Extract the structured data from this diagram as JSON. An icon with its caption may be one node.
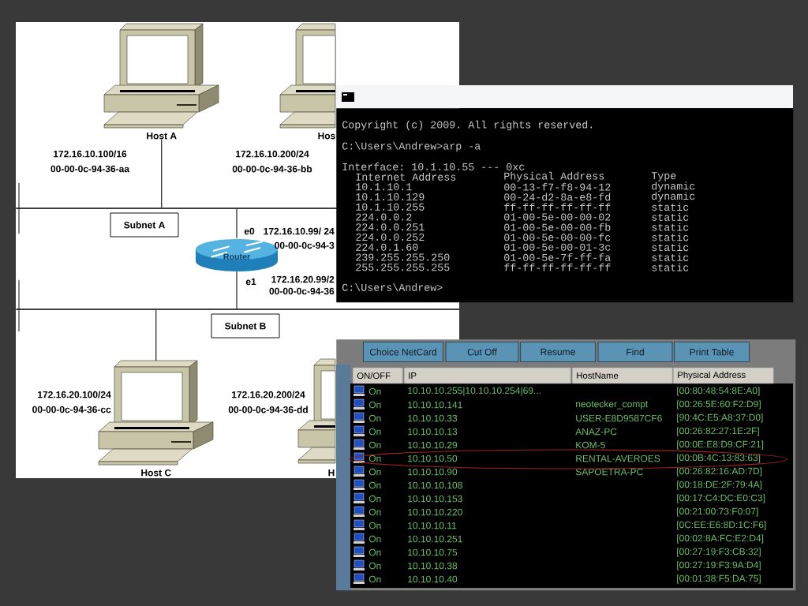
{
  "diagram": {
    "nodes": [
      {
        "text": [
          "Host A"
        ],
        "beside": [
          "172.16.10.100/16",
          "00-00-0c-94-36-aa"
        ]
      },
      {
        "text": [
          "Hos"
        ],
        "beside": [
          "172.16.10.200/24",
          "00-00-0c-94-36-bb"
        ]
      },
      {
        "text": [
          "Subnet A"
        ]
      },
      {
        "text": [
          "Router"
        ],
        "beside": [
          "e0",
          "172.16.10.99/ 24",
          "00-00-0c-94-3",
          "e1",
          "172.16.20.99/2",
          "00-00-0c-94-36"
        ]
      },
      {
        "text": [
          "Subnet B"
        ]
      },
      {
        "text": [
          "Host C"
        ],
        "beside": [
          "172.16.20.100/24",
          "00-00-0c-94-36-cc"
        ]
      },
      {
        "text": [
          "H"
        ],
        "beside": [
          "172.16.20.200/24",
          "00-00-0c-94-36-dd"
        ]
      },
      {
        "text": [],
        "shape": "bar"
      },
      {
        "text": [],
        "shape": "bar"
      },
      {
        "text": [
          "Copyright (c) 2009. All rights reserved.",
          "C:\\Users\\Andrew>arp -a",
          "Interface: 10.1.10.55 --- 0xc",
          "Internet Address",
          "Physical Address",
          "Type",
          "10.1.10.1",
          "00-13-f7-f8-94-12",
          "dynamic",
          "10.1.10.129",
          "00-24-d2-8a-e8-fd",
          "dynamic",
          "10.1.10.255",
          "ff-ff-ff-ff-ff-ff",
          "static",
          "224.0.0.2",
          "01-00-5e-00-00-02",
          "static",
          "224.0.0.251",
          "01-00-5e-00-00-fb",
          "static",
          "224.0.0.252",
          "01-00-5e-00-00-fc",
          "static",
          "224.0.1.60",
          "01-00-5e-00-01-3c",
          "static",
          "239.255.255.250",
          "01-00-5e-7f-ff-fa",
          "static",
          "255.255.255.255",
          "ff-ff-ff-ff-ff-ff",
          "static",
          "C:\\Users\\Andrew>"
        ]
      },
      {
        "text": [
          "ON/OFF",
          "IP",
          "HostName",
          "Physical Address"
        ]
      },
      {
        "text": [
          "Choice NetCard"
        ],
        "in": 10
      },
      {
        "text": [
          "Cut Off"
        ],
        "in": 10
      },
      {
        "text": [
          "Resume"
        ],
        "in": 10
      },
      {
        "text": [
          "Find"
        ],
        "in": 10
      },
      {
        "text": [
          "Print Table"
        ],
        "in": 10
      }
    ],
    "edges": [
      {
        "from": 0,
        "to": 7,
        "arrow": "none"
      },
      {
        "from": 3,
        "to": 7,
        "arrow": "none"
      },
      {
        "from": 3,
        "to": 8,
        "arrow": "none"
      },
      {
        "from": 8,
        "to": 5,
        "arrow": "none"
      }
    ],
    "labels": [
      "On",
      "10.10.10.255|10.10.10.254|69...",
      "[00:80:48:54:8E:A0]",
      "On",
      "10.10.10.141",
      "neotecker_compt",
      "[00:26:5E:60:F2:D9]",
      "On",
      "10.10.10.33",
      "USER-E8D9587CF6",
      "[90:4C:E5:A8:37:D0]",
      "On",
      "10.10.10.13",
      "ANAZ-PC",
      "[00:26:82:27:1E:2F]",
      "On",
      "10.10.10.29",
      "KOM-5",
      "[00:0E:E8:D9:CF:21]",
      "On",
      "10.10.10.50",
      "RENTAL-AVEROES",
      "[00:0B:4C:13:83:63]",
      "On",
      "10.10.10.90",
      "SAPOETRA-PC",
      "[00:26:82:16:AD:7D]",
      "On",
      "10.10.10.108",
      "[00:18:DE:2F:79:4A]",
      "On",
      "10.10.10.153",
      "[00:17:C4:DC:E0:C3]",
      "On",
      "10.10.10.220",
      "[00:21:00:73:F0:07]",
      "On",
      "10.10.10.11",
      "[0C:EE:E6:8D:1C:F6]",
      "On",
      "10.10.10.251",
      "[00:02:8A:FC:E2:D4]",
      "On",
      "10.10.10.75",
      "[00:27:19:F3:CB:32]",
      "On",
      "10.10.10.38",
      "[00:27:19:F3:9A:D4]",
      "On",
      "10.10.10.40",
      "[00:01:38:F5:DA:75]"
    ]
  }
}
